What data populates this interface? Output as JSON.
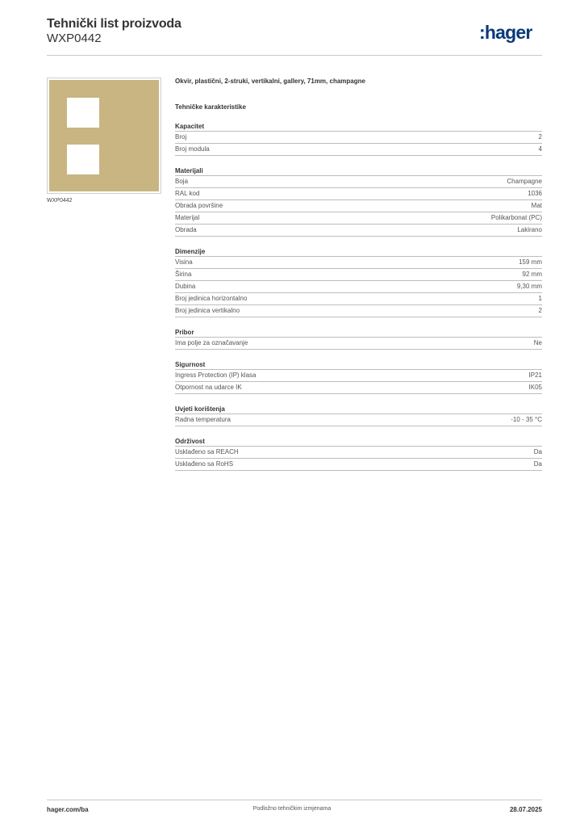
{
  "header": {
    "title": "Tehnički list proizvoda",
    "subtitle": "WXP0442",
    "logo": ":hager"
  },
  "image": {
    "caption": "WXP0442",
    "frame_color": "#c8b581"
  },
  "product": {
    "name": "Okvir, plastični, 2-struki, vertikalni, gallery, 71mm, champagne",
    "section_heading": "Tehničke karakteristike"
  },
  "groups": [
    {
      "title": "Kapacitet",
      "rows": [
        {
          "k": "Broj",
          "v": "2"
        },
        {
          "k": "Broj modula",
          "v": "4"
        }
      ]
    },
    {
      "title": "Materijali",
      "rows": [
        {
          "k": "Boja",
          "v": "Champagne"
        },
        {
          "k": "RAL kod",
          "v": "1036"
        },
        {
          "k": "Obrada površine",
          "v": "Mat"
        },
        {
          "k": "Materijal",
          "v": "Polikarbonat (PC)"
        },
        {
          "k": "Obrada",
          "v": "Lakirano"
        }
      ]
    },
    {
      "title": "Dimenzije",
      "rows": [
        {
          "k": "Visina",
          "v": "159 mm"
        },
        {
          "k": "Širina",
          "v": "92 mm"
        },
        {
          "k": "Dubina",
          "v": "9,30 mm"
        },
        {
          "k": "Broj jedinica horizontalno",
          "v": "1"
        },
        {
          "k": "Broj jedinica vertikalno",
          "v": "2"
        }
      ]
    },
    {
      "title": "Pribor",
      "rows": [
        {
          "k": "Ima polje za označavanje",
          "v": "Ne"
        }
      ]
    },
    {
      "title": "Sigurnost",
      "rows": [
        {
          "k": "Ingress Protection (IP) klasa",
          "v": "IP21"
        },
        {
          "k": "Otpornost na udarce IK",
          "v": "IK05"
        }
      ]
    },
    {
      "title": "Uvjeti korištenja",
      "rows": [
        {
          "k": "Radna temperatura",
          "v": "-10 - 35 °C"
        }
      ]
    },
    {
      "title": "Održivost",
      "rows": [
        {
          "k": "Usklađeno sa REACH",
          "v": "Da"
        },
        {
          "k": "Usklađeno sa RoHS",
          "v": "Da"
        }
      ]
    }
  ],
  "footer": {
    "left": "hager.com/ba",
    "middle": "Podložno tehničkim izmjenama",
    "right": "28.07.2025"
  }
}
